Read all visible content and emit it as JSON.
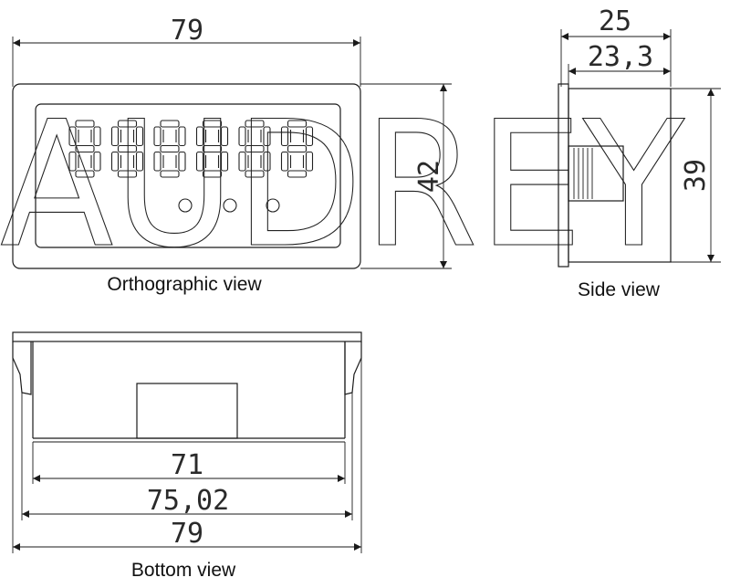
{
  "orthographic": {
    "caption": "Orthographic view",
    "width_dim": "79",
    "height_dim": "42"
  },
  "side": {
    "caption": "Side view",
    "depth_dim": "25",
    "body_depth_dim": "23,3",
    "height_dim": "39"
  },
  "bottom": {
    "caption": "Bottom view",
    "dim_inner": "71",
    "dim_mid": "75,02",
    "dim_outer": "79"
  },
  "watermark": "AUDREY",
  "display": {
    "digits": 6,
    "decimal_points": 3
  }
}
